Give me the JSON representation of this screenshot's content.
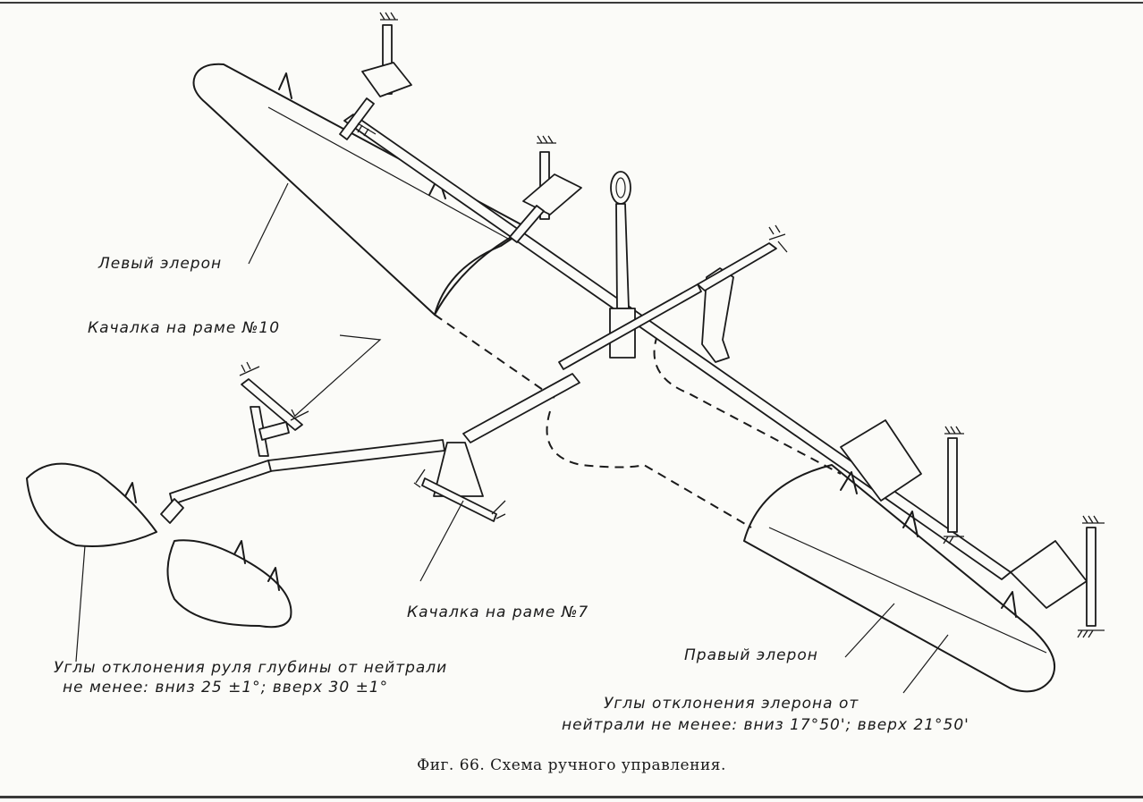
{
  "labels": {
    "left_aileron": "Левый элерон",
    "rocker_frame_10": "Качалка на раме №10",
    "rocker_frame_7": "Качалка на раме №7",
    "right_aileron": "Правый элерон",
    "elevator_angles_line1": "Углы отклонения руля глубины от нейтрали",
    "elevator_angles_line2": "не менее: вниз 25 ±1°; вверх 30 ±1°",
    "aileron_angles_line1": "Углы отклонения элерона от",
    "aileron_angles_line2": "нейтрали не менее: вниз 17°50'; вверх 21°50'"
  },
  "caption": "Фиг. 66. Схема ручного управления."
}
